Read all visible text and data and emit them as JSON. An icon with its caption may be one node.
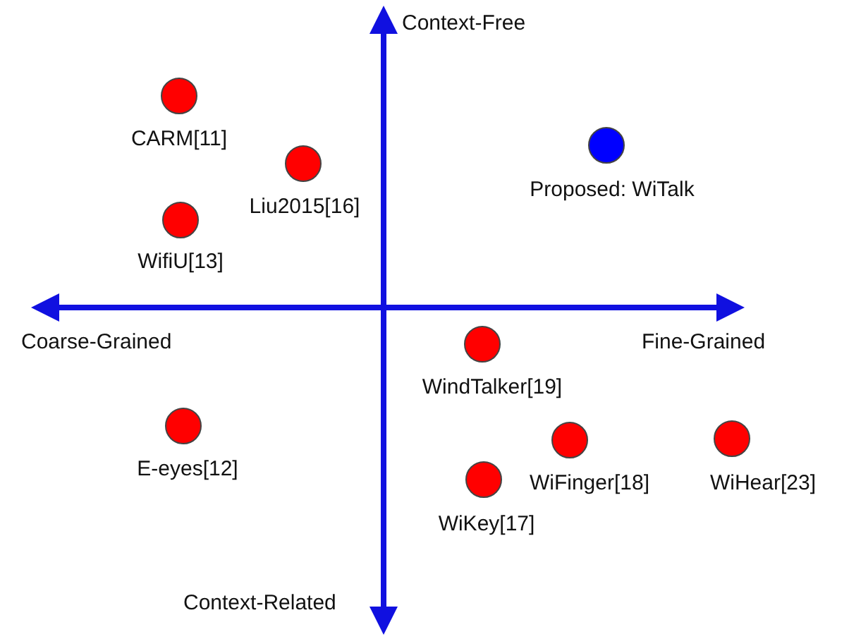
{
  "diagram": {
    "nodes": [
      {
        "text": [],
        "shape": "circle",
        "beside": [
          "CARM[11]"
        ]
      },
      {
        "text": [],
        "shape": "circle",
        "beside": [
          "Liu2015[16]"
        ]
      },
      {
        "text": [],
        "shape": "circle",
        "beside": [
          "Proposed: WiTalk"
        ]
      },
      {
        "text": [],
        "shape": "circle",
        "beside": [
          "WifiU[13]"
        ]
      },
      {
        "text": [],
        "shape": "circle",
        "beside": [
          "WindTalker[19]"
        ]
      },
      {
        "text": [],
        "shape": "circle",
        "beside": [
          "E-eyes[12]"
        ]
      },
      {
        "text": [],
        "shape": "circle",
        "beside": [
          "WiFinger[18]"
        ]
      },
      {
        "text": [],
        "shape": "circle",
        "beside": [
          "WiHear[23]"
        ]
      },
      {
        "text": [],
        "shape": "circle",
        "beside": [
          "WiKey[17]"
        ]
      }
    ],
    "labels": [
      "Context-Free",
      "Coarse-Grained",
      "Fine-Grained",
      "Context-Related"
    ]
  }
}
